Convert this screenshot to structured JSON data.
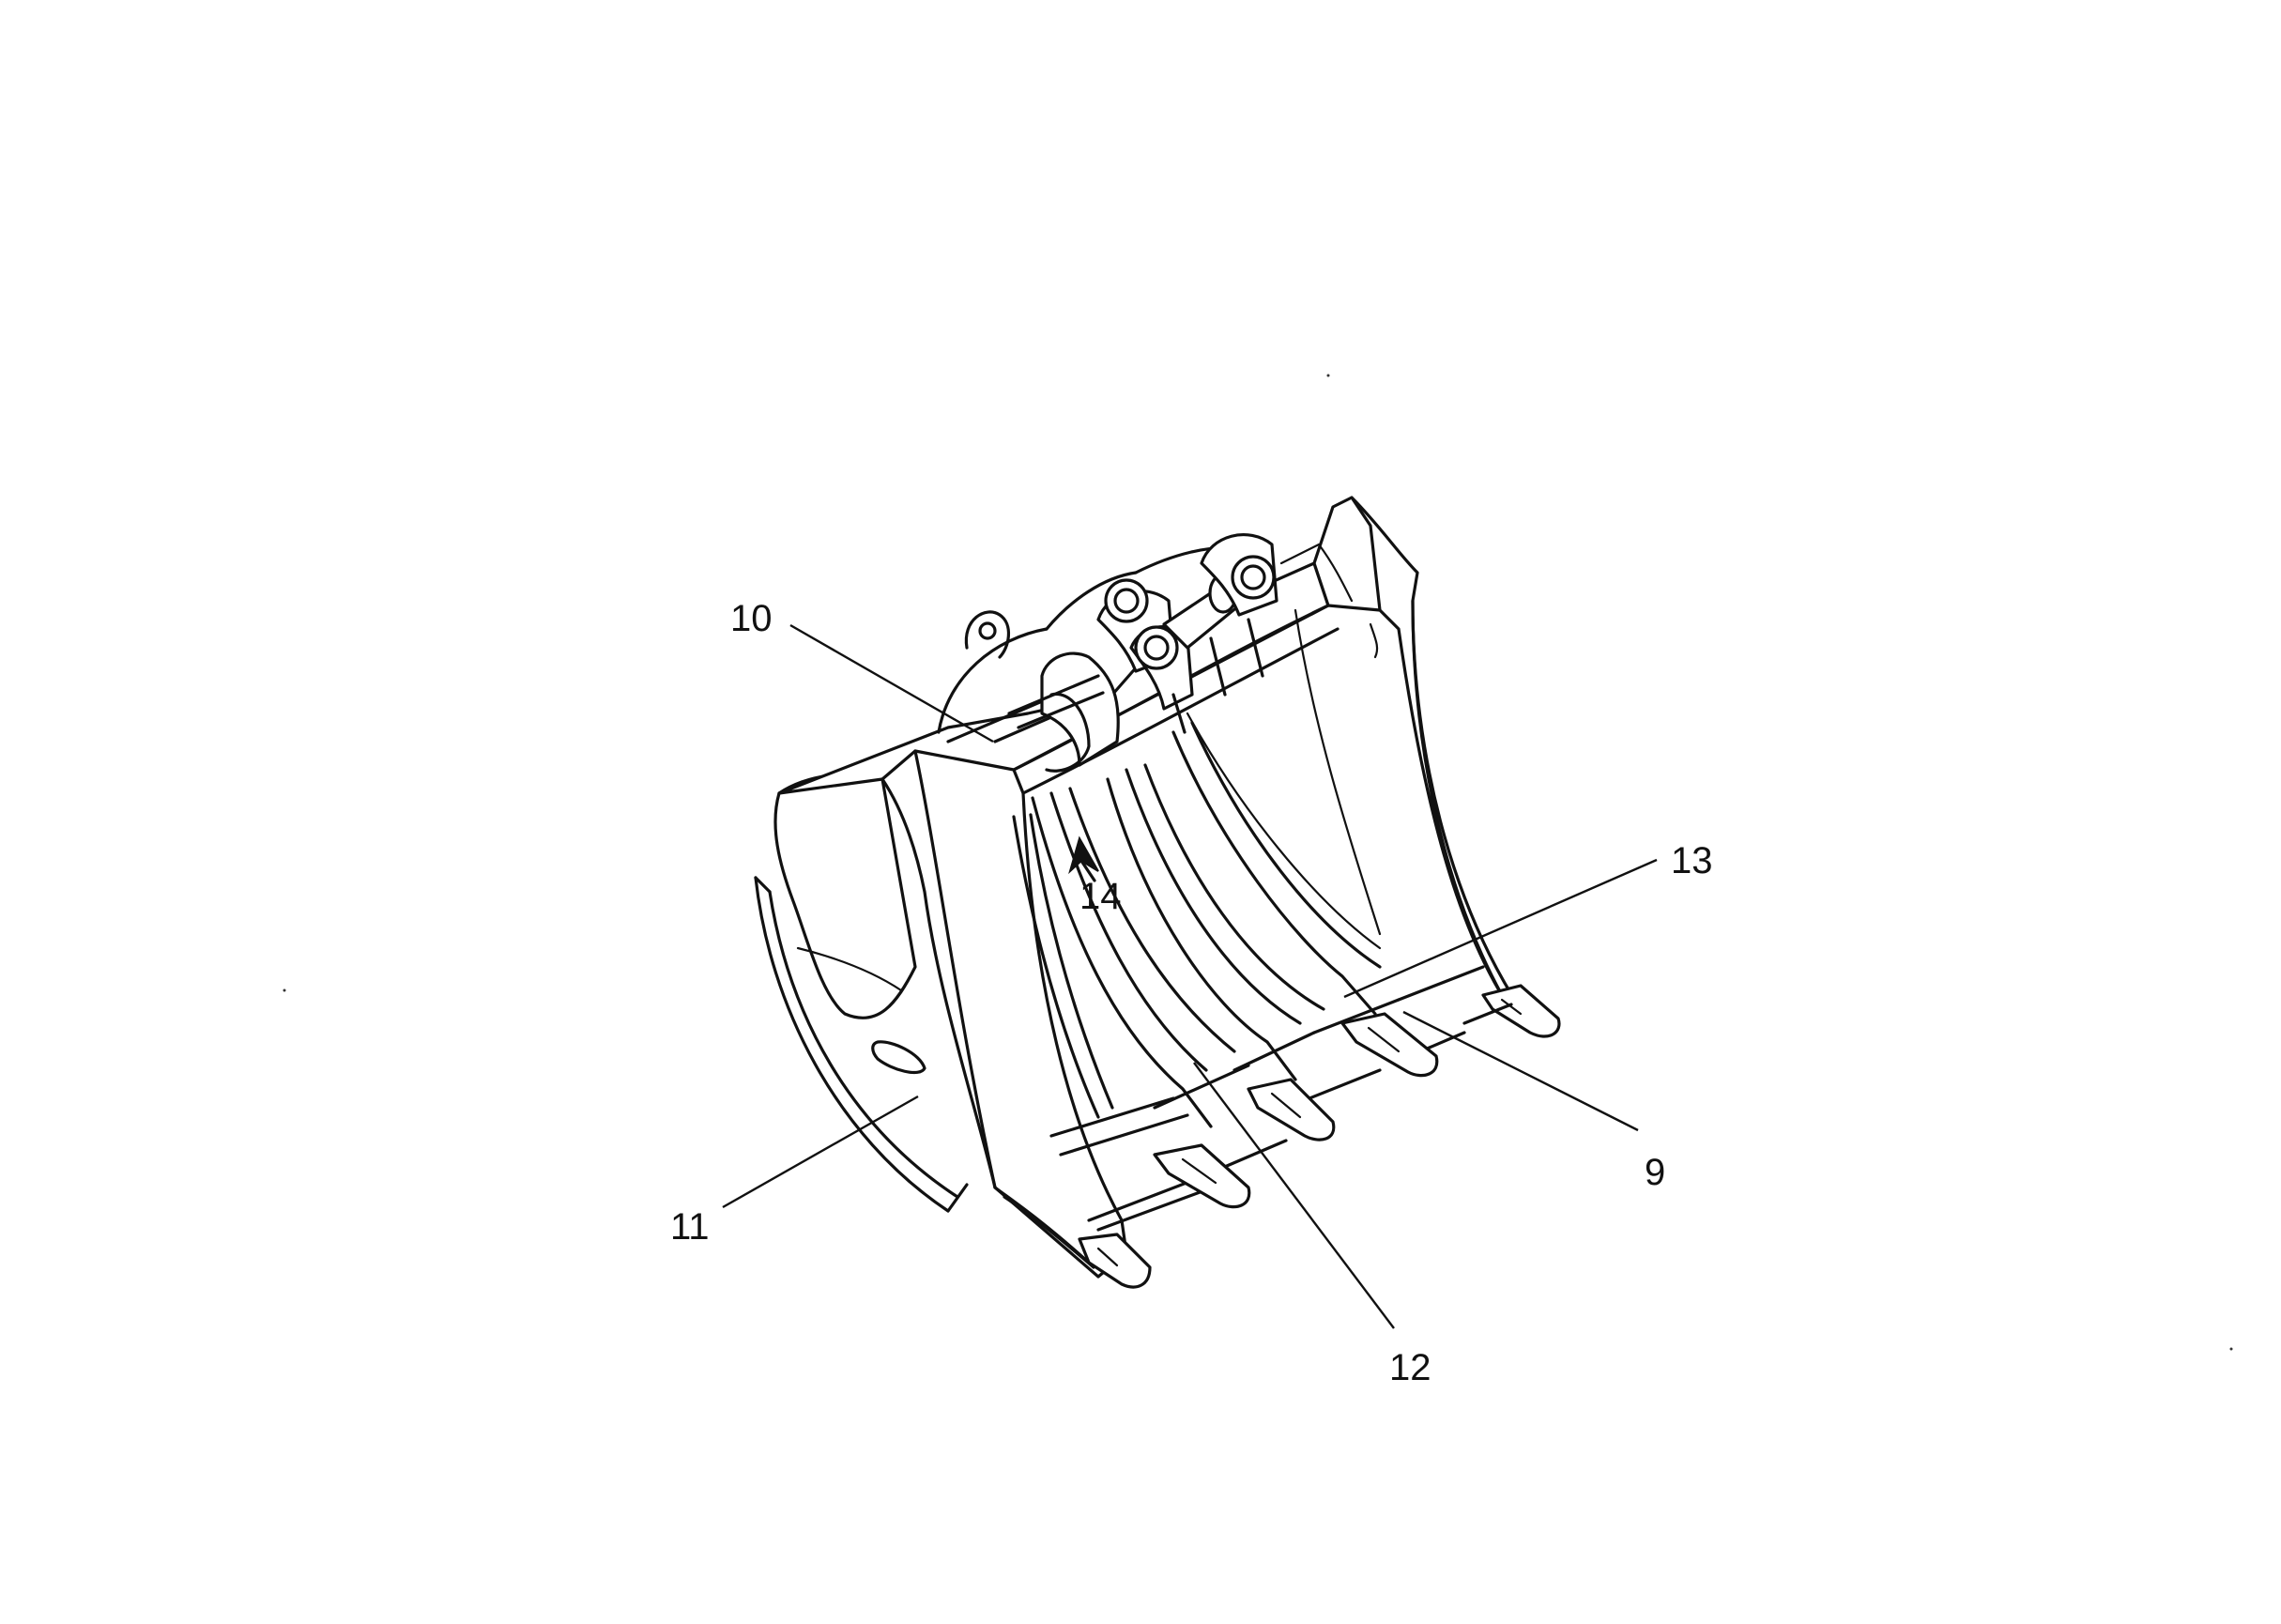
{
  "callouts": {
    "c9": "9",
    "c10": "10",
    "c11": "11",
    "c12": "12",
    "c13": "13",
    "c14": "14"
  },
  "colors": {
    "ink": "#111111",
    "paper": "#ffffff"
  }
}
